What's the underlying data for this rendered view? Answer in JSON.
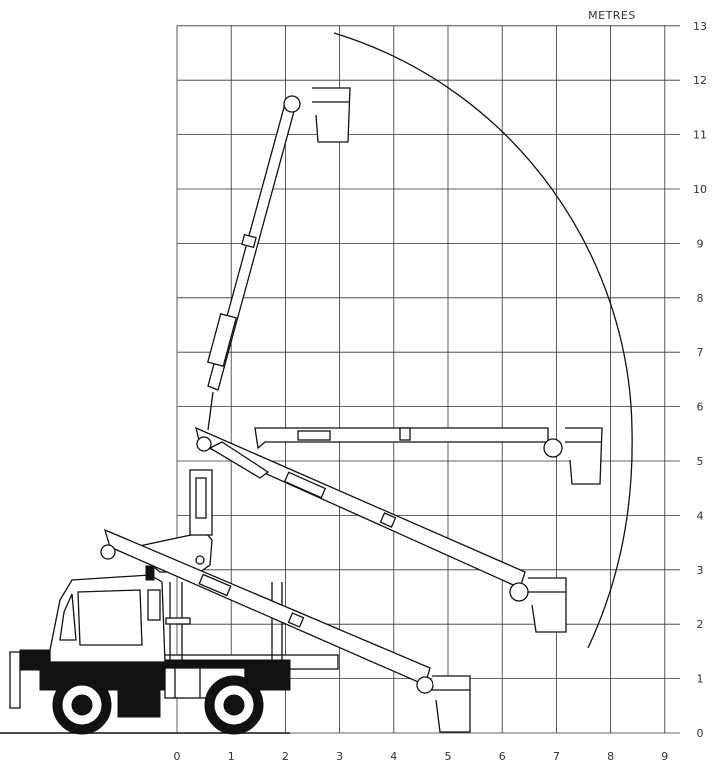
{
  "unit_label": "METRES",
  "x_ticks": [
    "0",
    "1",
    "2",
    "3",
    "4",
    "5",
    "6",
    "7",
    "8",
    "9"
  ],
  "y_ticks": [
    "0",
    "1",
    "2",
    "3",
    "4",
    "5",
    "6",
    "7",
    "8",
    "9",
    "10",
    "11",
    "12",
    "13"
  ]
}
